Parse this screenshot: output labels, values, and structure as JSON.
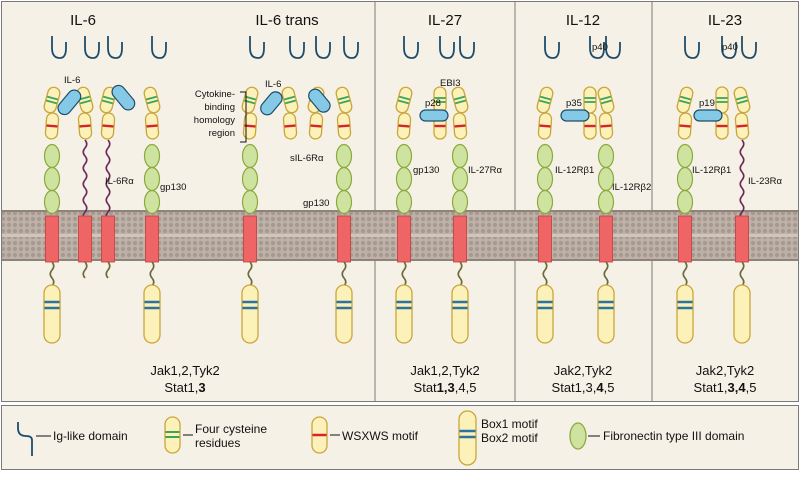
{
  "panels": [
    {
      "title": "IL-6",
      "jak": "Jak1,2,Tyk2",
      "stat_prefix": "Stat1,",
      "stat_bold": "3",
      "stat_suffix": ""
    },
    {
      "title": "IL-6 trans"
    },
    {
      "title": "IL-27",
      "jak": "Jak1,2,Tyk2",
      "stat_prefix": "Stat",
      "stat_bold": "1,3",
      "stat_suffix": ",4,5"
    },
    {
      "title": "IL-12",
      "jak": "Jak2,Tyk2",
      "stat_prefix": "Stat1,3,",
      "stat_bold": "4",
      "stat_suffix": ",5"
    },
    {
      "title": "IL-23",
      "jak": "Jak2,Tyk2",
      "stat_prefix": "Stat1,",
      "stat_bold": "3,4",
      "stat_suffix": ",5"
    }
  ],
  "labels": {
    "il6_ligand": "IL-6",
    "il6r": "IL-6Rα",
    "gp130": "gp130",
    "il6_trans_ligand": "IL-6",
    "sil6r": "sIL-6Rα",
    "gp130_trans": "gp130",
    "chr_line1": "Cytokine-",
    "chr_line2": "binding",
    "chr_line3": "homology",
    "chr_line4": "region",
    "ebi3": "EBI3",
    "p28": "p28",
    "gp130_il27": "gp130",
    "il27r": "IL-27Rα",
    "p40_il12": "p40",
    "p35": "p35",
    "il12rb1": "IL-12Rβ1",
    "il12rb2": "IL-12Rβ2",
    "p40_il23": "p40",
    "p19": "p19",
    "il12rb1_il23": "IL-12Rβ1",
    "il23r": "IL-23Rα"
  },
  "legend": {
    "ig_like": "Ig-like domain",
    "cys_line1": "Four cysteine",
    "cys_line2": "residues",
    "wsxws": "WSXWS motif",
    "box1": "Box1 motif",
    "box2": "Box2 motif",
    "fn3": "Fibronectin type III domain"
  },
  "colors": {
    "membrane": "#b9aca3",
    "membrane_dark": "#8f827a",
    "yellow_fill": "#fcf1b8",
    "yellow_stroke": "#c9a63a",
    "green_fill": "#cfe3a1",
    "green_stroke": "#8aaa3e",
    "green_motif": "#3aa55a",
    "red_motif": "#d8232a",
    "blue_motif": "#2b73a0",
    "tm_red": "#ef6464",
    "ligand_blue": "#84c9e6",
    "ig_line": "#1e4d6b",
    "linker_purple": "#6a2b58",
    "linker_olive": "#6a6a3a",
    "panel_bg": "#f6f1e6",
    "divider": "#7a7a7a"
  }
}
